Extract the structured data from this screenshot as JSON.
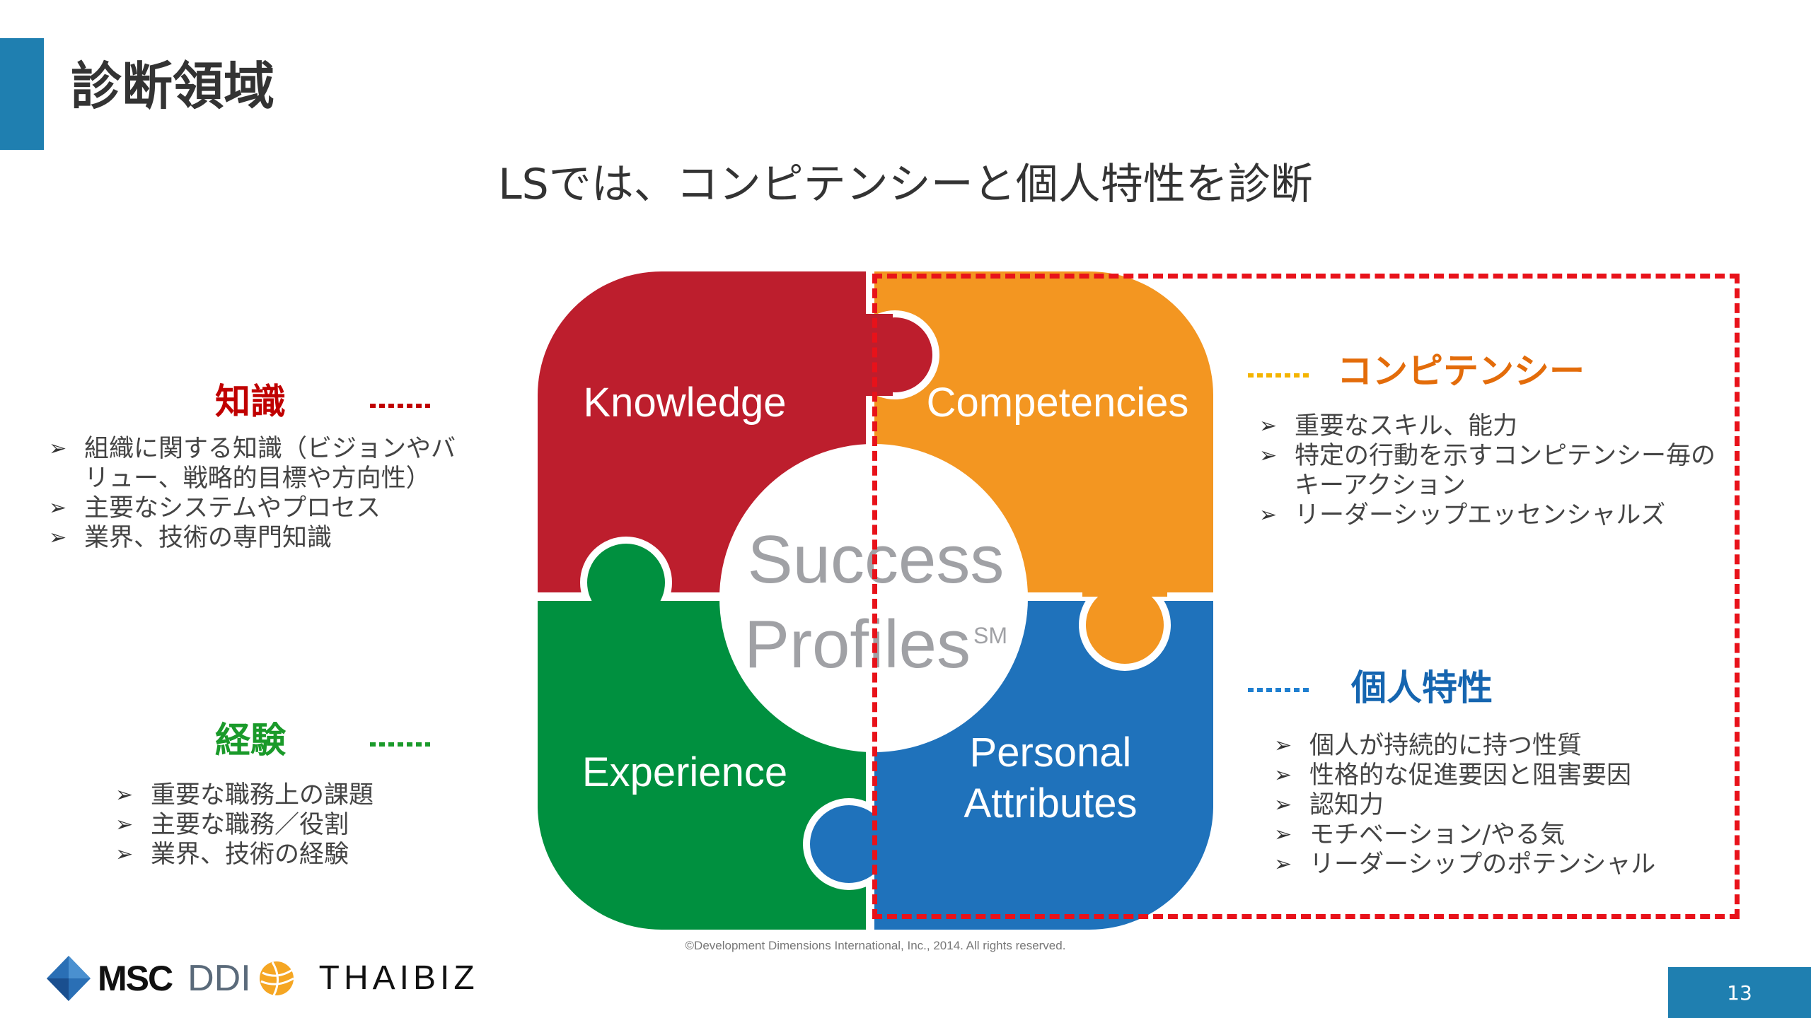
{
  "title": "診断領域",
  "subtitle": "LSでは、コンピテンシーと個人特性を診断",
  "knowledge": {
    "heading": "知識",
    "items": [
      "組織に関する知識（ビジョンやバ",
      "リュー、戦略的目標や方向性）",
      "主要なシステムやプロセス",
      "業界、技術の専門知識"
    ]
  },
  "experience": {
    "heading": "経験",
    "items": [
      "重要な職務上の課題",
      "主要な職務／役割",
      "業界、技術の経験"
    ]
  },
  "competencies": {
    "heading": "コンピテンシー",
    "items": [
      "重要なスキル、能力",
      "特定の行動を示すコンピテンシー毎の",
      "キーアクション",
      "リーダーシップエッセンシャルズ"
    ]
  },
  "personal": {
    "heading": "個人特性",
    "items": [
      "個人が持続的に持つ性質",
      "性格的な促進要因と阻害要因",
      "認知力",
      "モチベーション/やる気",
      "リーダーシップのポテンシャル"
    ]
  },
  "diagram": {
    "knowledge": "Knowledge",
    "competencies": "Competencies",
    "experience": "Experience",
    "personal_1": "Personal",
    "personal_2": "Attributes",
    "center_1": "Success",
    "center_2": "Profiles",
    "center_sup": "SM"
  },
  "copyright": "©Development Dimensions International, Inc., 2014. All rights reserved.",
  "logos": {
    "msc": "MSC",
    "ddi": "DDI",
    "thaibiz": "THAIBIZ"
  },
  "page_number": "13",
  "colors": {
    "accent": "#1f7fb0",
    "knowledge": "#bd1e2d",
    "competencies": "#f39621",
    "experience": "#00903f",
    "personal": "#1f72bb",
    "highlight": "#e8121a"
  }
}
